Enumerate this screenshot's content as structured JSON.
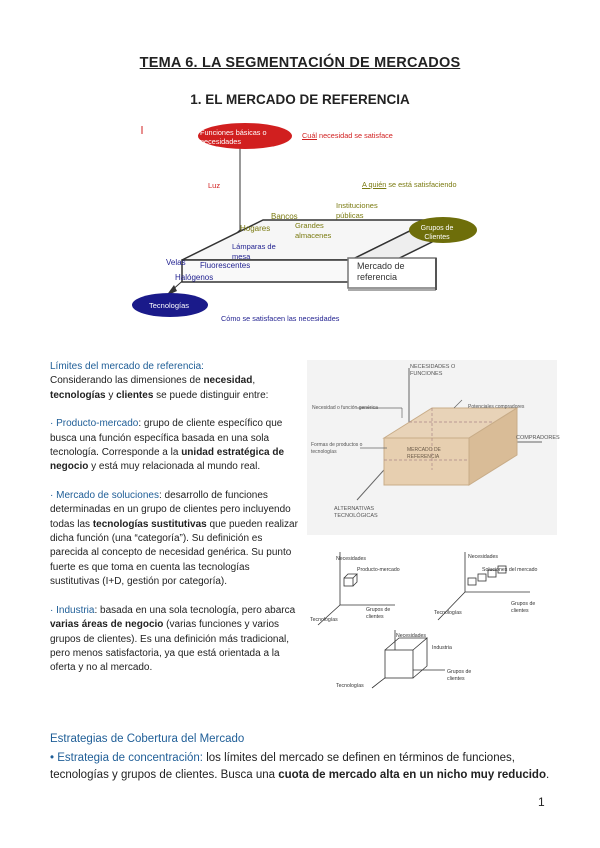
{
  "title": "TEMA 6. LA SEGMENTACIÓN DE MERCADOS",
  "subtitle": "1. EL MERCADO DE REFERENCIA",
  "diagram1": {
    "funciones": "Funciones básicas o necesidades",
    "cual": "Cuál",
    "cual_rest": " necesidad se satisface",
    "luz": "Luz",
    "aquien": "A quién",
    "aquien_rest": " se está satisfaciendo",
    "instituciones": "Instituciones públicas",
    "bancos": "Bancos",
    "hogares": "Hogares",
    "grandes": "Grandes almacenes",
    "grupos": "Grupos de Clientes",
    "lamparas": "Lámparas de mesa",
    "velas": "Velas",
    "fluorescentes": "Fluorescentes",
    "halogenos": "Halógenos",
    "mercado": "Mercado de referencia",
    "tecnologias": "Tecnologías",
    "como": "Cómo se satisfacen las necesidades"
  },
  "left": {
    "limites_heading": "Límites del mercado de referencia:",
    "limites_a": "Considerando las dimensiones de ",
    "necesidad": "necesidad",
    "comma1": ", ",
    "tecnologias": "tecnologías",
    "y": " y ",
    "clientes": "clientes",
    "limites_b": " se puede distinguir entre:",
    "pm_dot": "· ",
    "pm_term": "Producto-mercado",
    "pm_a": ": grupo de cliente específico que busca una función específica basada en una sola tecnología. Corresponde a la ",
    "pm_bold": "unidad estratégica de negocio",
    "pm_b": " y está muy relacionada al mundo real.",
    "ms_dot": "· ",
    "ms_term": "Mercado de soluciones",
    "ms_a": ": desarrollo de funciones determinadas en un grupo de clientes pero incluyendo todas las ",
    "ms_bold": "tecnologías sustitutivas",
    "ms_b": " que pueden realizar dicha función (una “categoría”). Su definición es parecida al concepto de necesidad genérica. Su punto fuerte es que toma en cuenta las tecnologías sustitutivas (I+D, gestión por categoría).",
    "in_dot": "· ",
    "in_term": "Industria",
    "in_a": ": basada en una sola tecnología, pero abarca ",
    "in_bold": "varias áreas de negocio",
    "in_b": " (varias funciones y varios grupos de clientes). Es una definición más tradicional, pero menos satisfactoria, ya que está orientada a la oferta y no al mercado."
  },
  "cube": {
    "necesidades": "NECESIDADES O FUNCIONES",
    "necesidad_func": "Necesidad o función genérica",
    "potenciales": "Potenciales compradores",
    "compradores": "COMPRADORES",
    "formas": "Formas de productos o tecnologías",
    "mercado": "MERCADO DE REFERENCIA",
    "alternativas": "ALTERNATIVAS TECNOLÓGICAS"
  },
  "small": {
    "f1_nec": "Necesidades",
    "f1_pm": "Producto-mercado",
    "f1_tec": "Tecnologías",
    "f1_gru": "Grupos de clientes",
    "f2_nec": "Necesidades",
    "f2_sol": "Soluciones del mercado",
    "f2_gru": "Grupos de clientes",
    "f2_tec": "Tecnologías",
    "f3_nec": "Necesidades",
    "f3_ind": "Industria",
    "f3_gru": "Grupos de clientes",
    "f3_tec": "Tecnologías"
  },
  "section_heading": "Estrategias de Cobertura del Mercado",
  "bullet": {
    "dot": "• ",
    "term": "Estrategia de concentración:",
    "a": " los límites del mercado se definen en términos de funciones, tecnologías y grupos de clientes. Busca una ",
    "bold": "cuota de mercado alta en un nicho muy reducido",
    "b": "."
  },
  "page_number": "1",
  "colors": {
    "blue": "#1f5e97",
    "red": "#e32b2b",
    "olive": "#7a7a10",
    "navy": "#1f1f8f"
  }
}
